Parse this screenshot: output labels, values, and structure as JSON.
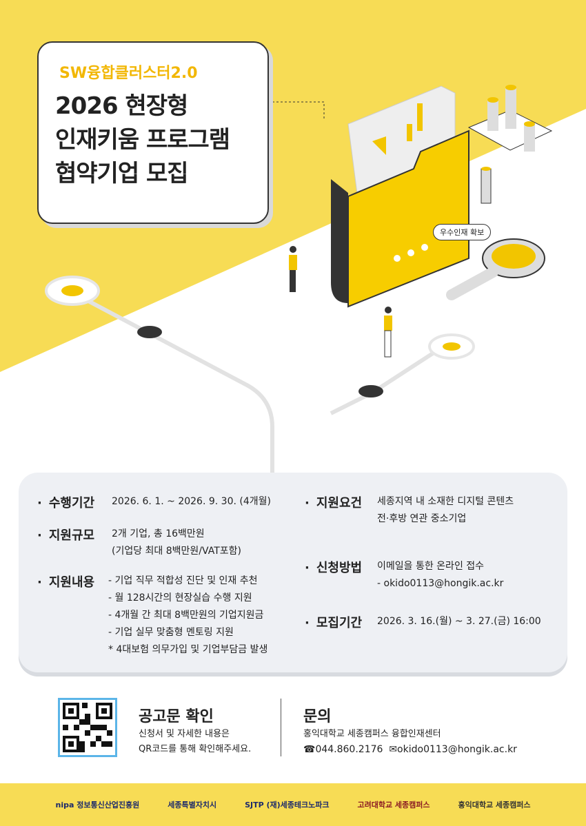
{
  "header": {
    "subtitle": "SW융합클러스터2.0",
    "title_lines": [
      "2026 현장형",
      "인재키움 프로그램",
      "협약기업 모집"
    ]
  },
  "illustration": {
    "badge": "우수인재 확보"
  },
  "info": {
    "period": {
      "label": "수행기간",
      "value": "2026. 6. 1. ~ 2026. 9. 30. (4개월)"
    },
    "scale": {
      "label": "지원규모",
      "lines": [
        "2개 기업, 총 16백만원",
        "(기업당 최대 8백만원/VAT포함)"
      ]
    },
    "content": {
      "label": "지원내용",
      "lines": [
        "- 기업 직무 적합성 진단 및 인재 추천",
        "- 월 128시간의 현장실습 수행 지원",
        "- 4개월 간 최대 8백만원의 기업지원금",
        "- 기업 실무 맞춤형 멘토링 지원",
        "* 4대보험 의무가입 및 기업부담금 발생"
      ]
    },
    "requirement": {
      "label": "지원요건",
      "lines": [
        "세종지역 내 소재한 디지털 콘텐츠",
        "전·후방 연관 중소기업"
      ]
    },
    "apply": {
      "label": "신청방법",
      "lines": [
        "이메일을 통한 온라인 접수",
        "- okido0113@hongik.ac.kr"
      ]
    },
    "recruit": {
      "label": "모집기간",
      "value": "2026. 3. 16.(월) ~ 3. 27.(금) 16:00"
    }
  },
  "notice": {
    "title": "공고문 확인",
    "lines": [
      "신청서 및 자세한 내용은",
      "QR코드를 통해 확인해주세요."
    ]
  },
  "contact": {
    "title": "문의",
    "org": "홍익대학교 세종캠퍼스 융합인재센터",
    "phone": "☎044.860.2176",
    "email": "✉okido0113@hongik.ac.kr"
  },
  "footer": {
    "logos": [
      "nipa 정보통신산업진흥원",
      "세종특별자치시",
      "SJTP (재)세종테크노파크",
      "고려대학교 세종캠퍼스",
      "홍익대학교 세종캠퍼스"
    ]
  },
  "colors": {
    "yellow": "#f7dc55",
    "accent": "#f2b705",
    "dark": "#333333"
  }
}
